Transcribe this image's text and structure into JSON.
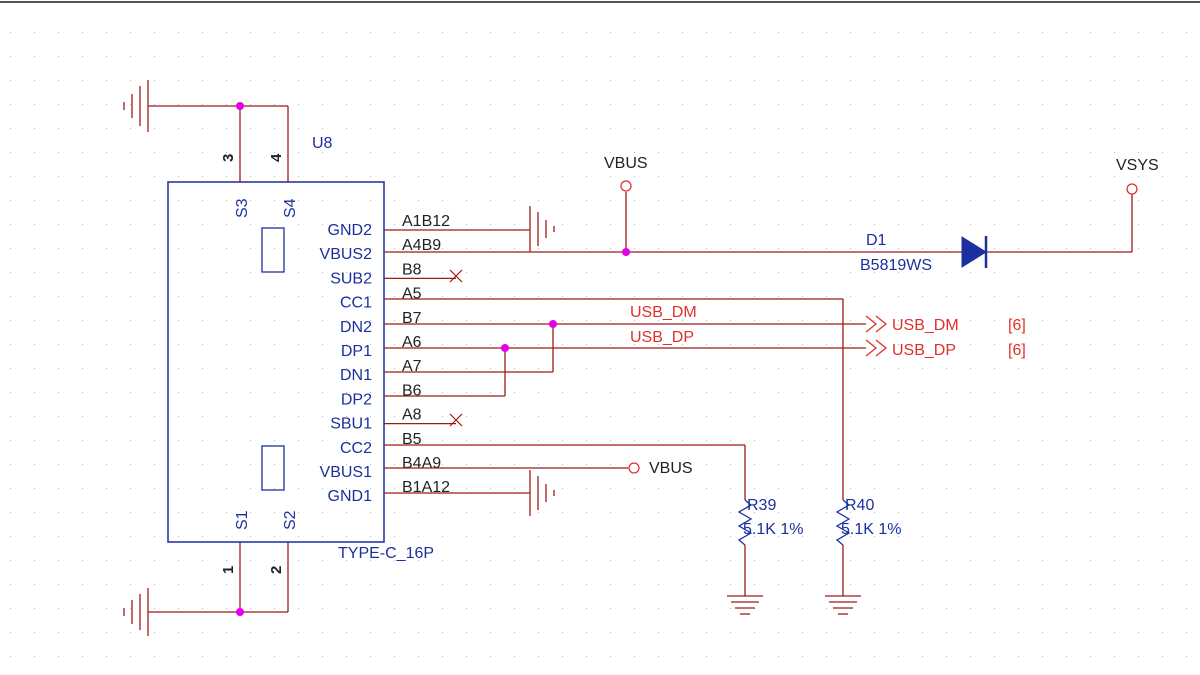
{
  "component": {
    "ref": "U8",
    "value": "TYPE-C_16P",
    "shield_pins": [
      {
        "name": "S3",
        "number": "3"
      },
      {
        "name": "S4",
        "number": "4"
      },
      {
        "name": "S1",
        "number": "1"
      },
      {
        "name": "S2",
        "number": "2"
      }
    ],
    "pins": [
      {
        "name": "GND2",
        "number": "A1B12",
        "conn": "gnd"
      },
      {
        "name": "VBUS2",
        "number": "A4B9",
        "conn": "vbus-diode"
      },
      {
        "name": "SUB2",
        "number": "B8",
        "conn": "nc"
      },
      {
        "name": "CC1",
        "number": "A5",
        "conn": "r40"
      },
      {
        "name": "DN2",
        "number": "B7",
        "conn": "usb-dm"
      },
      {
        "name": "DP1",
        "number": "A6",
        "conn": "usb-dp"
      },
      {
        "name": "DN1",
        "number": "A7",
        "conn": "dn1"
      },
      {
        "name": "DP2",
        "number": "B6",
        "conn": "dp2"
      },
      {
        "name": "SBU1",
        "number": "A8",
        "conn": "nc"
      },
      {
        "name": "CC2",
        "number": "B5",
        "conn": "r39"
      },
      {
        "name": "VBUS1",
        "number": "B4A9",
        "conn": "vbus-port"
      },
      {
        "name": "GND1",
        "number": "B1A12",
        "conn": "gnd"
      }
    ]
  },
  "power_ports": {
    "vbus_top": "VBUS",
    "vsys": "VSYS",
    "vbus_pin": "VBUS"
  },
  "diode": {
    "ref": "D1",
    "value": "B5819WS"
  },
  "nets": [
    {
      "label": "USB_DM",
      "offpage": "USB_DM",
      "page_ref": "[6]"
    },
    {
      "label": "USB_DP",
      "offpage": "USB_DP",
      "page_ref": "[6]"
    }
  ],
  "resistors": [
    {
      "ref": "R39",
      "value": "5.1K 1%"
    },
    {
      "ref": "R40",
      "value": "5.1K 1%"
    }
  ],
  "colors": {
    "wire": "#9b1b1b",
    "component": "#1c2f9e",
    "net_label": "#e0302c",
    "junction": "#e600e6",
    "grid_dot": "#b8b8b8",
    "text": "#222222",
    "top_border": "#555555"
  }
}
